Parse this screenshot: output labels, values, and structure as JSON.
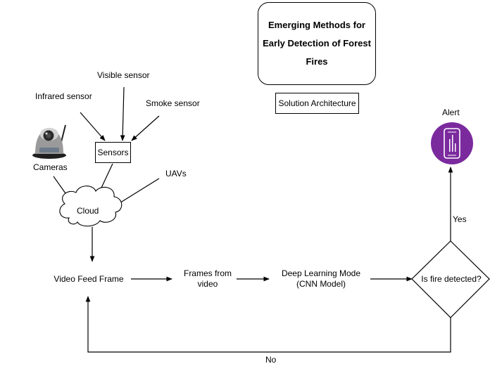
{
  "title": "Emerging Methods for\nEarly Detection of Forest\nFires",
  "subtitle": "Solution Architecture",
  "inputs": {
    "infrared": "Infrared sensor",
    "visible": "Visible sensor",
    "smoke": "Smoke sensor",
    "sensors": "Sensors",
    "cameras": "Cameras",
    "uavs": "UAVs",
    "cloud": "Cloud"
  },
  "pipeline": {
    "video_feed": "Video Feed Frame",
    "frames": "Frames from\nvideo",
    "model": "Deep Learning Mode\n(CNN Model)",
    "decision": "Is fire detected?"
  },
  "outcomes": {
    "yes": "Yes",
    "no": "No",
    "alert": "Alert"
  },
  "colors": {
    "alert_icon": "#7b2a9e",
    "line": "#000000"
  },
  "icons": {
    "camera": "security-camera-icon",
    "alert": "smartphone-alert-icon"
  }
}
